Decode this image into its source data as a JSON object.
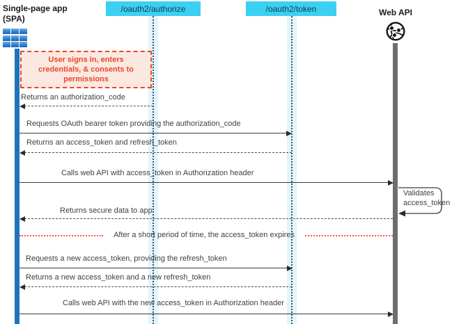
{
  "participants": {
    "spa": {
      "label_line1": "Single-page app",
      "label_line2": "(SPA)",
      "icon": "app-grid-icon"
    },
    "authorize_endpoint": {
      "label": "/oauth2/authorize"
    },
    "token_endpoint": {
      "label": "/oauth2/token"
    },
    "web_api": {
      "label": "Web API",
      "icon": "globe-network-icon"
    }
  },
  "note": {
    "text": "User signs in, enters credentials, & consents to permissions"
  },
  "messages": [
    {
      "text": "Returns an authorization_code",
      "from": "authorize_endpoint",
      "to": "spa",
      "style": "dashed"
    },
    {
      "text": "Requests OAuth bearer token providing the authorization_code",
      "from": "spa",
      "to": "token_endpoint",
      "style": "solid"
    },
    {
      "text": "Returns an access_token and refresh_token",
      "from": "token_endpoint",
      "to": "spa",
      "style": "dashed"
    },
    {
      "text": "Calls web API with access_token in Authorization header",
      "from": "spa",
      "to": "web_api",
      "style": "solid"
    },
    {
      "text": "Returns secure data to app",
      "from": "web_api",
      "to": "spa",
      "style": "dashed"
    },
    {
      "text": "Requests a new access_token, providing the refresh_token",
      "from": "spa",
      "to": "token_endpoint",
      "style": "solid"
    },
    {
      "text": "Returns a new access_token and a new refresh_token",
      "from": "token_endpoint",
      "to": "spa",
      "style": "dashed"
    },
    {
      "text": "Calls web API with the new access_token in Authorization header",
      "from": "spa",
      "to": "web_api",
      "style": "solid"
    }
  ],
  "self_call": {
    "target": "web_api",
    "text_line1": "Validates",
    "text_line2": "access_token"
  },
  "divider": {
    "text": "After a short period of time, the access_token expires"
  },
  "colors": {
    "endpoint_box": "#3AD0F2",
    "endpoint_text": "#16384C",
    "lifeline_strip": "#E1F5FC",
    "spa_activation_bar": "#1E73BE",
    "webapi_activation_bar": "#6E6E6E",
    "note_border": "#E8472B",
    "note_background": "#FBE9E1",
    "divider_red": "#FF5050",
    "arrow": "#3A3A3A",
    "message_text": "#3F3F3F"
  }
}
